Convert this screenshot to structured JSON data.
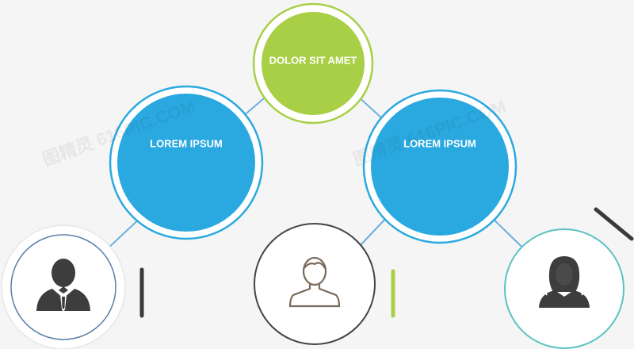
{
  "nodes": {
    "top": {
      "label": "DOLOR SIT AMET",
      "color": "#a8cf45"
    },
    "left": {
      "label": "LOREM IPSUM",
      "color": "#2aa9e0"
    },
    "right": {
      "label": "LOREM IPSUM",
      "color": "#2aa9e0"
    }
  },
  "people": {
    "left": {
      "icon": "businessman-icon",
      "ring_color": "#5b7fa8"
    },
    "center": {
      "icon": "person-outline-icon",
      "ring_color": "#444444"
    },
    "right": {
      "icon": "businesswoman-icon",
      "ring_color": "#5cc2c2"
    }
  },
  "accents": {
    "dark": "#3a3a3a",
    "green": "#a8cf45",
    "connector": "#6ab0de"
  },
  "watermark": "图精灵 616PIC.COM"
}
